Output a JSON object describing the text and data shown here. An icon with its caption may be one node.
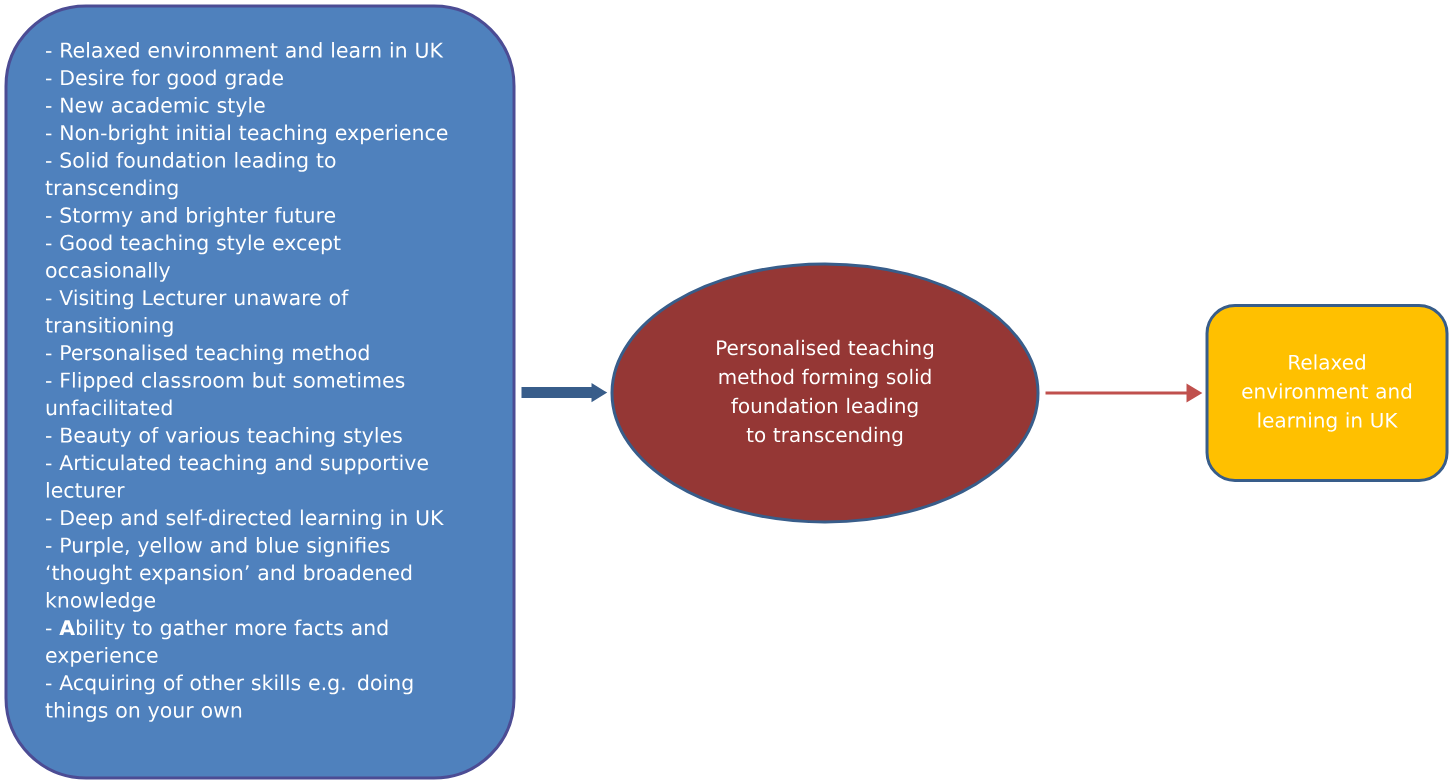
{
  "diagram": {
    "nodes": [
      {
        "text": [
          "- Relaxed environment and learn in UK",
          "- Desire for good grade",
          "- New academic style",
          "- Non-bright initial teaching experience",
          "- Solid foundation leading to transcending",
          "- Stormy and brighter future",
          "- Good teaching style except occasionally",
          "- Visiting Lecturer unaware of transitioning",
          "- Personalised teaching method",
          "- Flipped classroom but sometimes unfacilitated",
          "- Beauty of various teaching styles",
          "- Articulated teaching and supportive lecturer",
          "- Deep and self-directed learning in UK",
          "- Purple, yellow and blue signifies ‘thought expansion’ and broadened knowledge",
          "- **A**bility to gather more facts and experience",
          "- Acquiring of other skills e.g. doing things on your own"
        ]
      },
      {
        "text": [
          "Personalised teaching method forming solid foundation leading to transcending"
        ]
      },
      {
        "text": [
          "Relaxed environment and learning in UK"
        ]
      }
    ],
    "edges": [
      {
        "from": 0,
        "to": 1,
        "arrow": "to",
        "style": "thick",
        "color": "#385d8a"
      },
      {
        "from": 1,
        "to": 2,
        "arrow": "to",
        "color": "#c0504d"
      }
    ]
  }
}
